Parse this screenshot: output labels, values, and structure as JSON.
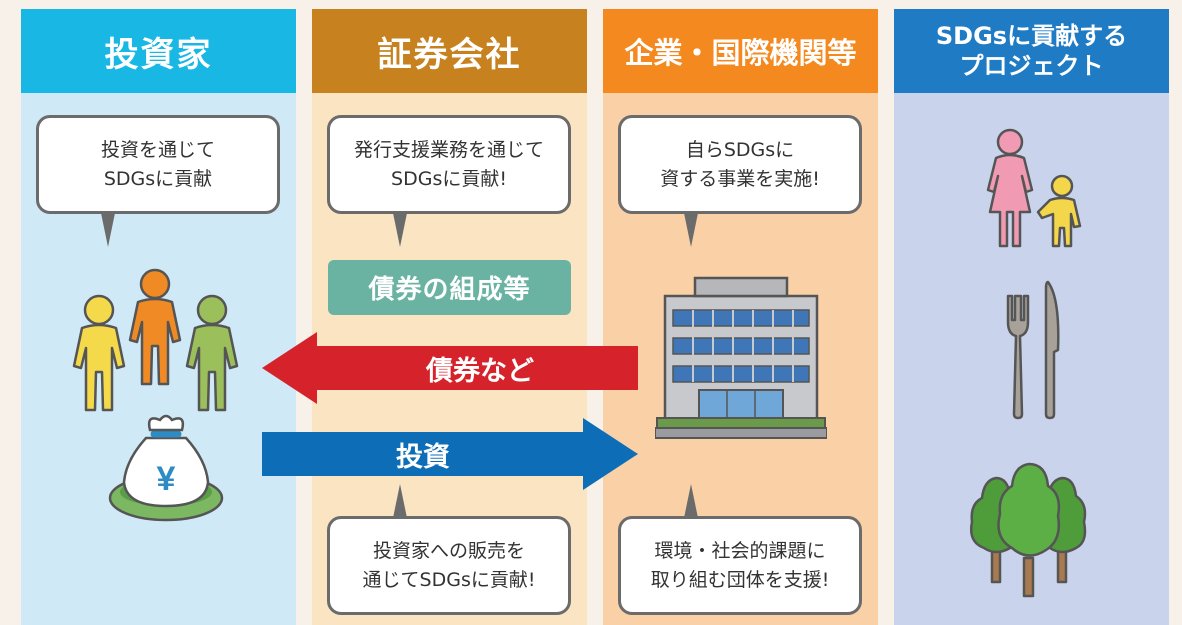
{
  "columns": {
    "investor": {
      "title": "投資家",
      "bubble": [
        "投資を通じて",
        "SDGsに貢献"
      ]
    },
    "securities": {
      "title": "証券会社",
      "bubble_top": [
        "発行支援業務を通じて",
        "SDGsに貢献!"
      ],
      "box": "債券の組成等",
      "bubble_bottom": [
        "投資家への販売を",
        "通じてSDGsに貢献!"
      ]
    },
    "company": {
      "title": "企業・国際機関等",
      "bubble_top": [
        "自らSDGsに",
        "資する事業を実施!"
      ],
      "bubble_bottom": [
        "環境・社会的課題に",
        "取り組む団体を支援!"
      ]
    },
    "project": {
      "title": [
        "SDGsに貢献する",
        "プロジェクト"
      ]
    }
  },
  "arrows": {
    "bonds": {
      "label": "債券など",
      "color": "#d6232b"
    },
    "investment": {
      "label": "投資",
      "color": "#0e6db7"
    }
  },
  "money_bag": {
    "symbol": "¥"
  },
  "icons": [
    "investor-people-icon",
    "money-bag-icon",
    "office-building-icon",
    "mother-child-icon",
    "fork-knife-icon",
    "trees-icon"
  ],
  "colors": {
    "investor_head": "#18b7e4",
    "securities_head": "#c8811f",
    "company_head": "#f3891f",
    "project_head": "#1f7cc4"
  }
}
